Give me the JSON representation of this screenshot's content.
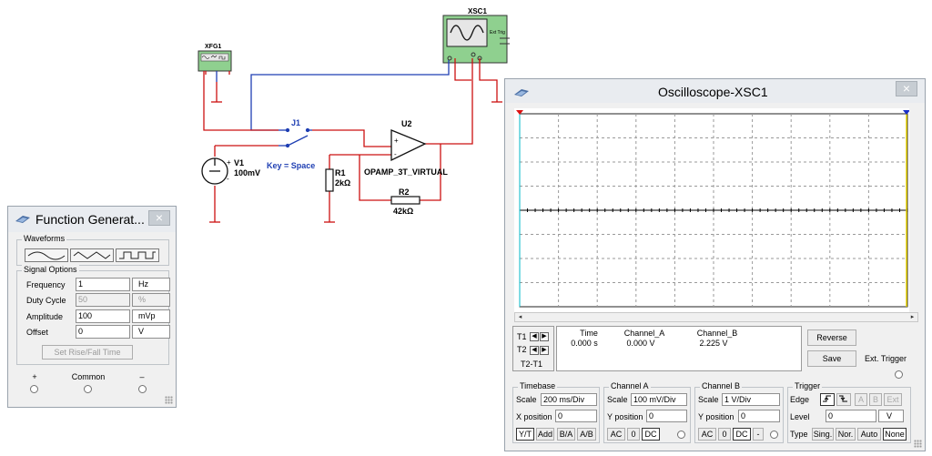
{
  "schematic": {
    "xsc_label": "XSC1",
    "xfg_label": "XFG1",
    "ext_trig_label": "Ext Trig",
    "j1_label": "J1",
    "key_label": "Key = Space",
    "u2_label": "U2",
    "opamp_label": "OPAMP_3T_VIRTUAL",
    "v1_label": "V1",
    "v1_value": "100mV",
    "r1_label": "R1",
    "r1_value": "2kΩ",
    "r2_label": "R2",
    "r2_value": "42kΩ",
    "wire_blue": "#1f3fb3",
    "wire_red": "#cc1111",
    "ground_color": "#cc1111"
  },
  "function_generator": {
    "title": "Function Generat...",
    "close": "×",
    "waveforms_legend": "Waveforms",
    "waveforms": [
      "sine-wave-icon",
      "triangle-wave-icon",
      "square-wave-icon"
    ],
    "signal_options_legend": "Signal Options",
    "frequency_label": "Frequency",
    "frequency_value": "1",
    "frequency_unit": "Hz",
    "duty_cycle_label": "Duty Cycle",
    "duty_cycle_value": "50",
    "duty_cycle_unit": "%",
    "amplitude_label": "Amplitude",
    "amplitude_value": "100",
    "amplitude_unit": "mVp",
    "offset_label": "Offset",
    "offset_value": "0",
    "offset_unit": "V",
    "set_rise_fall_label": "Set Rise/Fall Time",
    "plus_label": "+",
    "common_label": "Common",
    "minus_label": "–"
  },
  "oscilloscope": {
    "title": "Oscilloscope-XSC1",
    "close": "×",
    "t1_label": "T1",
    "t2_label": "T2",
    "t2t1_label": "T2-T1",
    "readout_headers": [
      "Time",
      "Channel_A",
      "Channel_B"
    ],
    "readout_values": [
      "0.000 s",
      "0.000 V",
      "2.225 V"
    ],
    "reverse_label": "Reverse",
    "save_label": "Save",
    "ext_trigger_label": "Ext. Trigger",
    "timebase": {
      "legend": "Timebase",
      "scale_label": "Scale",
      "scale_value": "200 ms/Div",
      "xpos_label": "X position",
      "xpos_value": "0",
      "buttons": [
        "Y/T",
        "Add",
        "B/A",
        "A/B"
      ]
    },
    "channel_a": {
      "legend": "Channel A",
      "scale_label": "Scale",
      "scale_value": "100 mV/Div",
      "ypos_label": "Y position",
      "ypos_value": "0",
      "buttons": [
        "AC",
        "0",
        "DC"
      ]
    },
    "channel_b": {
      "legend": "Channel B",
      "scale_label": "Scale",
      "scale_value": "1  V/Div",
      "ypos_label": "Y position",
      "ypos_value": "0",
      "buttons": [
        "AC",
        "0",
        "DC",
        "-"
      ]
    },
    "trigger": {
      "legend": "Trigger",
      "edge_label": "Edge",
      "edge_buttons": [
        "A",
        "B",
        "Ext"
      ],
      "level_label": "Level",
      "level_value": "0",
      "level_unit": "V",
      "type_label": "Type",
      "type_buttons": [
        "Sing.",
        "Nor.",
        "Auto",
        "None"
      ]
    },
    "trace_color_a": "#00b8c8",
    "trace_color_b": "#e8d200"
  }
}
